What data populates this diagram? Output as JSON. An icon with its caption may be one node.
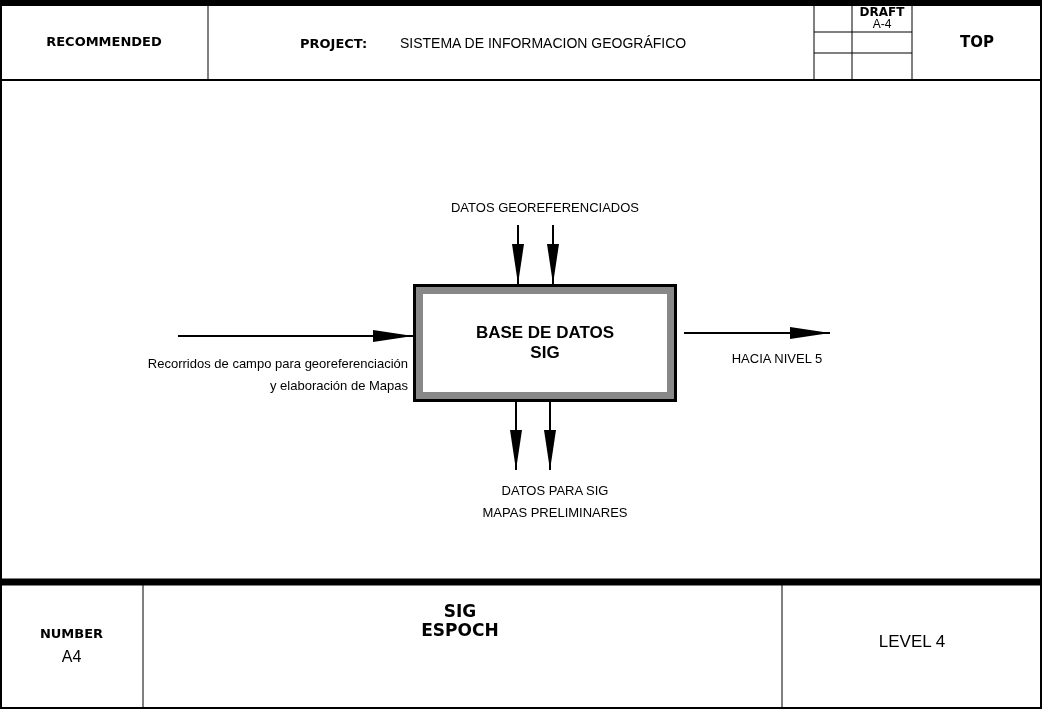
{
  "diagram": {
    "nodes": [
      {
        "text": [
          "BASE DE DATOS SIG"
        ]
      },
      {
        "text": [
          "DATOS  GEOREFERENCIADOS"
        ]
      },
      {
        "text": [
          "DATOS PARA SIG",
          "MAPAS PRELIMINARES"
        ]
      }
    ],
    "edges": [
      {
        "from": 1,
        "to": 0,
        "arrow": "to"
      },
      {
        "from": 1,
        "to": 0,
        "arrow": "to"
      },
      {
        "from": null,
        "to": 0,
        "arrow": "to",
        "label": "Recorridos de campo para georeferenciación y elaboración de Mapas"
      },
      {
        "from": 0,
        "to": null,
        "arrow": "to",
        "label": "HACIA NIVEL  5"
      },
      {
        "from": 0,
        "to": 2,
        "arrow": "to"
      },
      {
        "from": 0,
        "to": 2,
        "arrow": "to"
      }
    ],
    "labels": [
      "RECOMMENDED",
      "PROJECT:",
      "SISTEMA DE INFORMACION GEOGRÁFICO",
      "DRAFT",
      "A-4",
      "TOP",
      "NUMBER",
      "A4",
      "SIG ESPOCH",
      "LEVEL 4"
    ]
  }
}
